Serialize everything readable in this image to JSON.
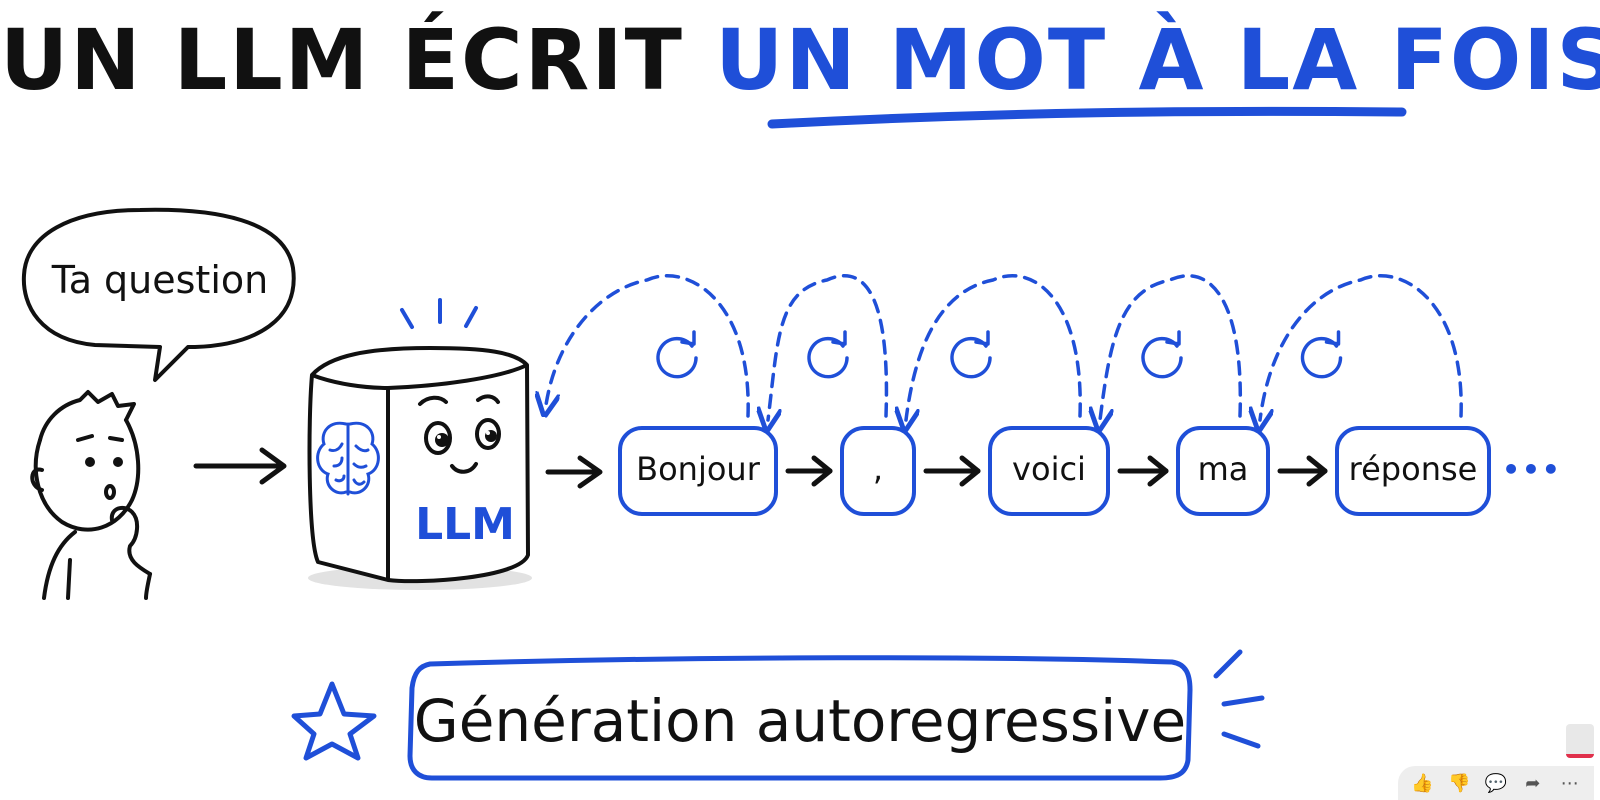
{
  "title": {
    "part1": "UN LLM ÉCRIT",
    "part2": "UN MOT À LA FOIS"
  },
  "speech_bubble": {
    "text": "Ta question"
  },
  "llm_box": {
    "label": "LLM"
  },
  "tokens": [
    "Bonjour",
    ",",
    "voici",
    "ma",
    "réponse"
  ],
  "continuation": "•••",
  "banner": {
    "text": "Génération autoregressive"
  },
  "colors": {
    "accent": "#1f4fd8",
    "ink": "#111111",
    "background": "#ffffff"
  },
  "video_actions": [
    {
      "name": "like-icon",
      "glyph": "👍"
    },
    {
      "name": "dislike-icon",
      "glyph": "👎"
    },
    {
      "name": "comment-icon",
      "glyph": "💬"
    },
    {
      "name": "share-icon",
      "glyph": "➦"
    },
    {
      "name": "more-icon",
      "glyph": "⋯"
    }
  ]
}
